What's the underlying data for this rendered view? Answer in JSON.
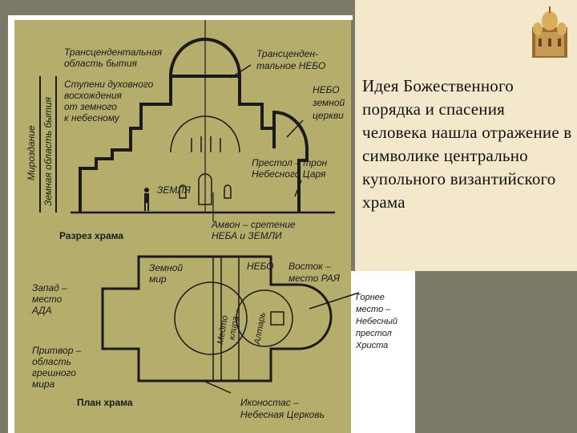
{
  "slide": {
    "caption": "Идея Божественного порядка и спасения человека нашла отражение в символике центрально купольного византийского храма",
    "colors": {
      "slide_bg": "#7d7967",
      "diagram_bg": "#b5ad6c",
      "caption_panel": "#f4e8cc",
      "ink": "#1a1a1a"
    },
    "cathedral_icon": "cathedral-domes-icon"
  },
  "diagram": {
    "section_title": "Разрез храма",
    "plan_title": "План храма",
    "section_labels": {
      "transcendental_area": [
        "Трансцендентальная",
        "область бытия"
      ],
      "transcendental_sky": [
        "Трансценден-",
        "тальное НЕБО"
      ],
      "steps": [
        "Ступени духовного",
        "восхождения",
        "от земного",
        "к небесному"
      ],
      "sky_church": [
        "НЕБО",
        "земной",
        "церкви"
      ],
      "throne": [
        "Престол – трон",
        "Небесного Царя"
      ],
      "earth": "ЗЕМЛЯ",
      "ambon": [
        "Амвон – сретение",
        "НЕБА и ЗЕМЛИ"
      ],
      "universe": "Мироздание",
      "earthly_area": "Земная область бытия"
    },
    "plan_labels": {
      "earthly_world": [
        "Земной",
        "мир"
      ],
      "sky": "НЕБО",
      "east": [
        "Восток –",
        "место РАЯ"
      ],
      "west": [
        "Запад –",
        "место",
        "АДА"
      ],
      "narthex": [
        "Притвор –",
        "область",
        "грешного",
        "мира"
      ],
      "mid_choir": [
        "Медто",
        "клира"
      ],
      "altar": "Алтарь",
      "high_place": [
        "Горнее",
        "место –",
        "Небесный",
        "престол",
        "Христа"
      ],
      "iconostasis": [
        "Иконостас –",
        "Небесная Церковь"
      ]
    }
  }
}
